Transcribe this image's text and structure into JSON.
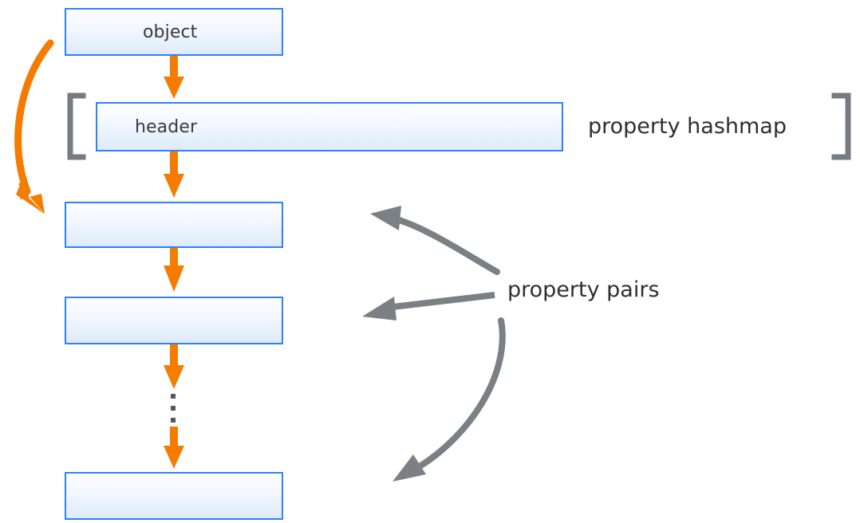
{
  "diagram": {
    "title": "object property hashmap and property pairs layout",
    "colors": {
      "box_border": "#2f81f7",
      "box_fill_top": "#fdfeff",
      "box_fill_bottom": "#dfeafa",
      "arrow_orange": "#f57c00",
      "arrow_gray": "#7a8084",
      "bracket_gray": "#757b80",
      "text_dark": "#3a3a3a",
      "dots_gray": "#55595c"
    },
    "nodes": [
      {
        "id": "object",
        "label": "object",
        "kind": "box"
      },
      {
        "id": "header",
        "label": "header",
        "kind": "box-with-slots",
        "slot_count": 5
      },
      {
        "id": "pair-1",
        "label": "",
        "kind": "box-split"
      },
      {
        "id": "pair-2",
        "label": "",
        "kind": "box-split"
      },
      {
        "id": "pair-3",
        "label": "",
        "kind": "box-split"
      }
    ],
    "annotations": {
      "hashmap_label": "property hashmap",
      "pairs_label": "property pairs"
    },
    "brackets": {
      "left": "[",
      "right": "]"
    },
    "ellipsis": {
      "glyph": "⋮",
      "dot_count": 3
    },
    "arrows": {
      "object_to_header": "down-arrow-orange",
      "header_to_pair1": "down-arrow-orange",
      "pair1_to_pair2": "down-arrow-orange",
      "pair2_to_ellipsis": "down-arrow-orange",
      "ellipsis_to_pair3": "down-arrow-orange",
      "object_to_pair1_curve": "curved-arrow-orange",
      "pairs_to_pair1": "curved-arrow-gray",
      "pairs_to_pair2": "straight-arrow-gray",
      "pairs_to_pair3": "curved-arrow-gray"
    }
  }
}
